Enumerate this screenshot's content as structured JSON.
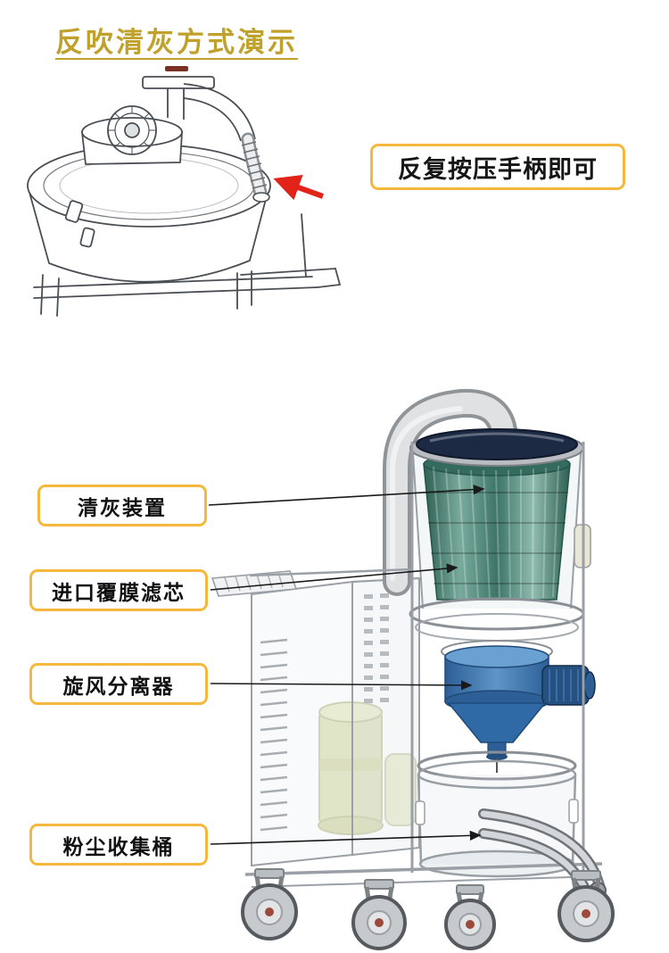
{
  "header": {
    "title": "反吹清灰方式演示",
    "callout": "反复按压手柄即可"
  },
  "part_labels": [
    {
      "text": "清灰装置"
    },
    {
      "text": "进口覆膜滤芯"
    },
    {
      "text": "旋风分离器"
    },
    {
      "text": "粉尘收集桶"
    }
  ],
  "colors": {
    "title_gold": "#bfa12b",
    "label_border": "#f5b83d",
    "red_arrow": "#e2231a",
    "filter_teal": "#3d7568",
    "cyclone_blue": "#3c77b3",
    "motor_green": "#cdd49c",
    "line_art": "#4a4f55"
  },
  "icons": {
    "red_arrow": "arrow pointing at blow-back handle hose",
    "leader_arrows": "thin arrows linking labels to machine parts"
  }
}
